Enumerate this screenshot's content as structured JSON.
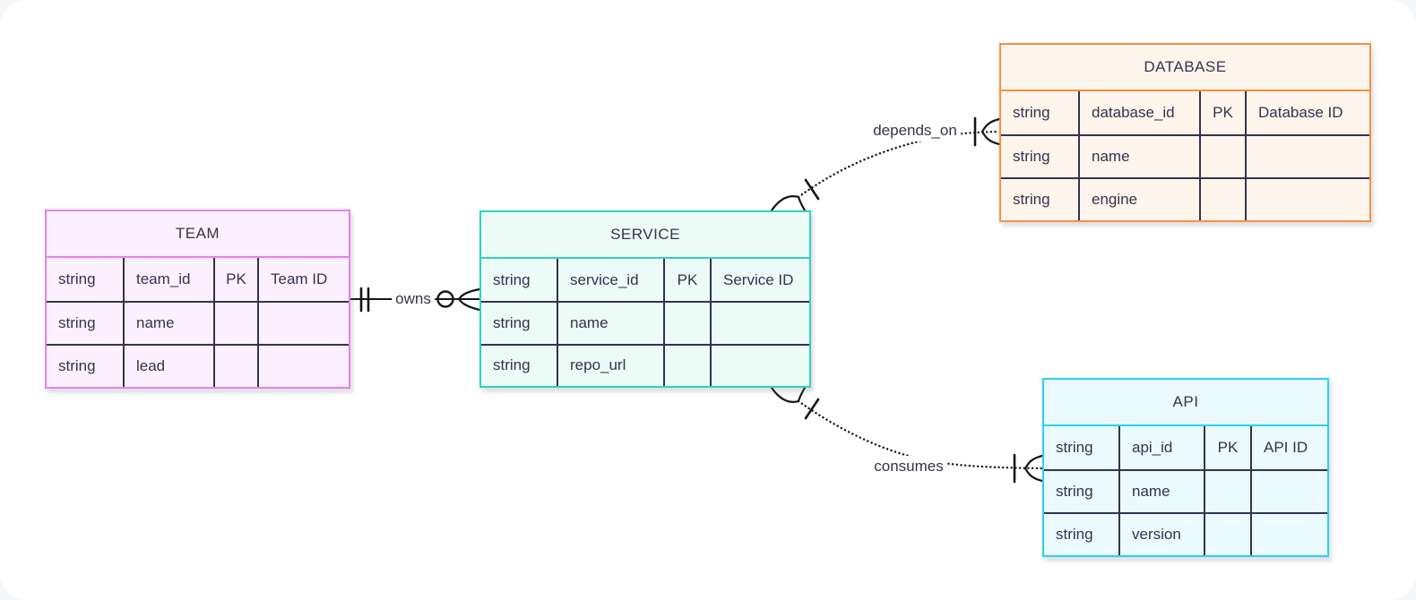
{
  "diagram": {
    "kind": "entity-relationship-diagram",
    "text_color": "#33334e",
    "line_color": "#161616",
    "canvas_color": "#ffffff",
    "entities": [
      {
        "name": "TEAM",
        "border_color": "#e97df0",
        "fill_color": "#fdf0fe",
        "rows": [
          {
            "type": "string",
            "name": "team_id",
            "key": "PK",
            "comment": "Team ID"
          },
          {
            "type": "string",
            "name": "name",
            "key": "",
            "comment": ""
          },
          {
            "type": "string",
            "name": "lead",
            "key": "",
            "comment": ""
          }
        ]
      },
      {
        "name": "SERVICE",
        "border_color": "#2cd4bb",
        "fill_color": "#edfbf6",
        "rows": [
          {
            "type": "string",
            "name": "service_id",
            "key": "PK",
            "comment": "Service ID"
          },
          {
            "type": "string",
            "name": "name",
            "key": "",
            "comment": ""
          },
          {
            "type": "string",
            "name": "repo_url",
            "key": "",
            "comment": ""
          }
        ]
      },
      {
        "name": "DATABASE",
        "border_color": "#f78f3e",
        "fill_color": "#fdf5ec",
        "rows": [
          {
            "type": "string",
            "name": "database_id",
            "key": "PK",
            "comment": "Database ID"
          },
          {
            "type": "string",
            "name": "name",
            "key": "",
            "comment": ""
          },
          {
            "type": "string",
            "name": "engine",
            "key": "",
            "comment": ""
          }
        ]
      },
      {
        "name": "API",
        "border_color": "#2ad0ec",
        "fill_color": "#eafafe",
        "rows": [
          {
            "type": "string",
            "name": "api_id",
            "key": "PK",
            "comment": "API ID"
          },
          {
            "type": "string",
            "name": "name",
            "key": "",
            "comment": ""
          },
          {
            "type": "string",
            "name": "version",
            "key": "",
            "comment": ""
          }
        ]
      }
    ],
    "relationships": [
      {
        "from": "TEAM",
        "to": "SERVICE",
        "label": "owns",
        "line_style": "solid",
        "from_cardinality": "exactly-one",
        "to_cardinality": "zero-or-many"
      },
      {
        "from": "SERVICE",
        "to": "DATABASE",
        "label": "depends_on",
        "line_style": "dotted",
        "from_cardinality": "one-or-many",
        "to_cardinality": "one-or-many"
      },
      {
        "from": "SERVICE",
        "to": "API",
        "label": "consumes",
        "line_style": "dotted",
        "from_cardinality": "one-or-many",
        "to_cardinality": "one-or-many"
      }
    ]
  }
}
